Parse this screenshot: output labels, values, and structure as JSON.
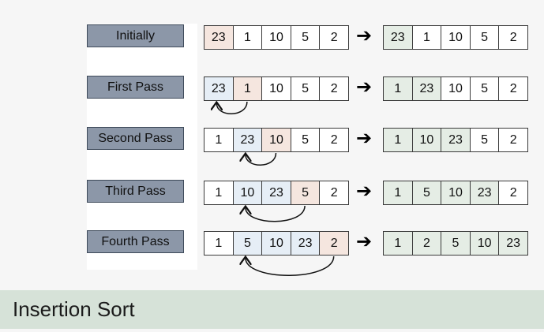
{
  "title": "Insertion Sort",
  "colors": {
    "label_bg": "#8c97a8",
    "highlight_peach": "#f5e6df",
    "highlight_blue": "#e6eef6",
    "sorted_green": "#e5ede5",
    "cell_border": "#3a3a3a",
    "footer_bg": "#d6e2d8"
  },
  "rows": [
    {
      "label": "Initially",
      "before": [
        {
          "v": "23",
          "c": "peach"
        },
        {
          "v": "1",
          "c": "none"
        },
        {
          "v": "10",
          "c": "none"
        },
        {
          "v": "5",
          "c": "none"
        },
        {
          "v": "2",
          "c": "none"
        }
      ],
      "after": [
        {
          "v": "23",
          "c": "green"
        },
        {
          "v": "1",
          "c": "none"
        },
        {
          "v": "10",
          "c": "none"
        },
        {
          "v": "5",
          "c": "none"
        },
        {
          "v": "2",
          "c": "none"
        }
      ],
      "move_from": null,
      "move_to": null
    },
    {
      "label": "First Pass",
      "before": [
        {
          "v": "23",
          "c": "blue"
        },
        {
          "v": "1",
          "c": "peach"
        },
        {
          "v": "10",
          "c": "none"
        },
        {
          "v": "5",
          "c": "none"
        },
        {
          "v": "2",
          "c": "none"
        }
      ],
      "after": [
        {
          "v": "1",
          "c": "green"
        },
        {
          "v": "23",
          "c": "green"
        },
        {
          "v": "10",
          "c": "none"
        },
        {
          "v": "5",
          "c": "none"
        },
        {
          "v": "2",
          "c": "none"
        }
      ],
      "move_from": 1,
      "move_to": 0
    },
    {
      "label": "Second Pass",
      "before": [
        {
          "v": "1",
          "c": "none"
        },
        {
          "v": "23",
          "c": "blue"
        },
        {
          "v": "10",
          "c": "peach"
        },
        {
          "v": "5",
          "c": "none"
        },
        {
          "v": "2",
          "c": "none"
        }
      ],
      "after": [
        {
          "v": "1",
          "c": "green"
        },
        {
          "v": "10",
          "c": "green"
        },
        {
          "v": "23",
          "c": "green"
        },
        {
          "v": "5",
          "c": "none"
        },
        {
          "v": "2",
          "c": "none"
        }
      ],
      "move_from": 2,
      "move_to": 1
    },
    {
      "label": "Third Pass",
      "before": [
        {
          "v": "1",
          "c": "none"
        },
        {
          "v": "10",
          "c": "blue"
        },
        {
          "v": "23",
          "c": "blue"
        },
        {
          "v": "5",
          "c": "peach"
        },
        {
          "v": "2",
          "c": "none"
        }
      ],
      "after": [
        {
          "v": "1",
          "c": "green"
        },
        {
          "v": "5",
          "c": "green"
        },
        {
          "v": "10",
          "c": "green"
        },
        {
          "v": "23",
          "c": "green"
        },
        {
          "v": "2",
          "c": "none"
        }
      ],
      "move_from": 3,
      "move_to": 1
    },
    {
      "label": "Fourth Pass",
      "before": [
        {
          "v": "1",
          "c": "none"
        },
        {
          "v": "5",
          "c": "blue"
        },
        {
          "v": "10",
          "c": "blue"
        },
        {
          "v": "23",
          "c": "blue"
        },
        {
          "v": "2",
          "c": "peach"
        }
      ],
      "after": [
        {
          "v": "1",
          "c": "green"
        },
        {
          "v": "2",
          "c": "green"
        },
        {
          "v": "5",
          "c": "green"
        },
        {
          "v": "10",
          "c": "green"
        },
        {
          "v": "23",
          "c": "green"
        }
      ],
      "move_from": 4,
      "move_to": 1
    }
  ]
}
